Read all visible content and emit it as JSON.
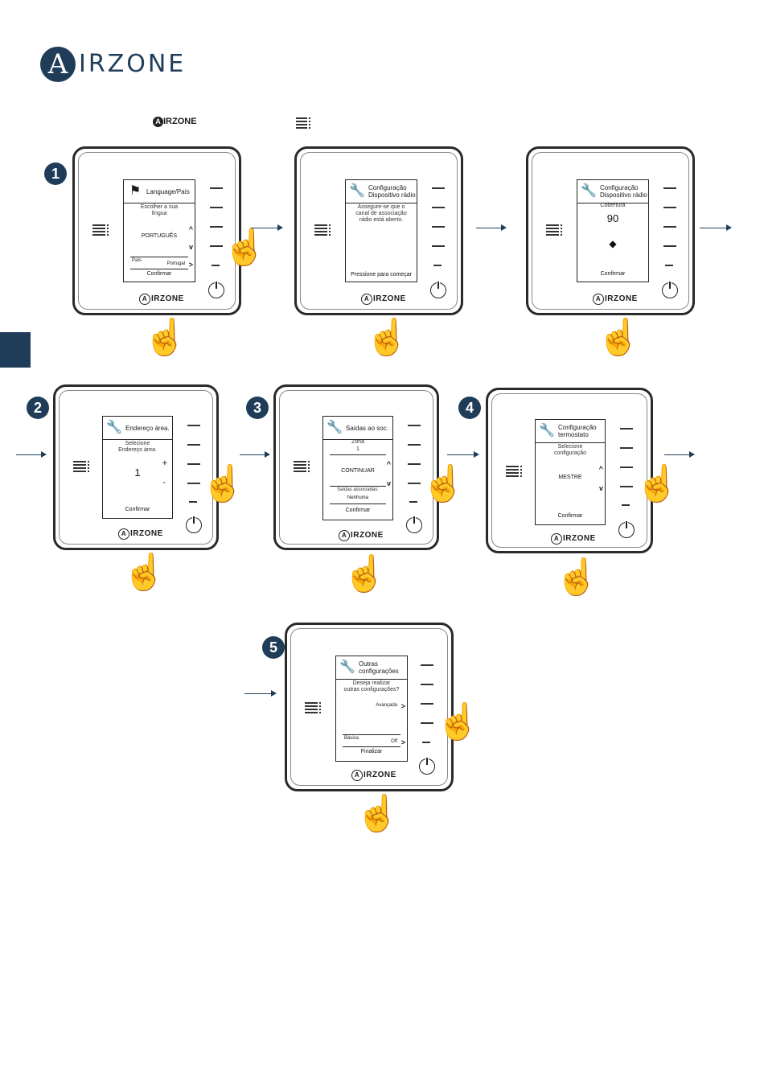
{
  "header": {
    "logo_letter": "A",
    "logo_text": "IRZONE",
    "inline_logo_letter": "A",
    "inline_logo_text": "IRZONE",
    "menu_icon": "menu-lines-icon"
  },
  "devices": {
    "brand_letter": "A",
    "brand_text": "IRZONE"
  },
  "steps": [
    {
      "badge": "1",
      "title": "Language/País",
      "lines": [
        "Escolher a sua",
        "língua"
      ],
      "value": "PORTUGUÊS",
      "row_label": "País",
      "row_value": "Portugal",
      "action": "Confirmar"
    },
    {
      "title_1": "Configuração",
      "title_2": "Dispositivo rádio",
      "lines": [
        "Assegure-se que o",
        "canal de associação",
        "rádio está aberto."
      ],
      "action": "Pressione para começar"
    },
    {
      "title_1": "Configuração",
      "title_2": "Dispositivo rádio",
      "label": "Cobertura",
      "value": "90",
      "action": "Confirmar"
    },
    {
      "badge": "2",
      "title": "Endereço área.",
      "lines": [
        "Selecione",
        "Endereço área."
      ],
      "value": "1",
      "plus": "+",
      "minus": "-",
      "action": "Confirmar"
    },
    {
      "badge": "3",
      "title": "Saídas ao soc.",
      "label": "Zona",
      "label_value": "1",
      "value": "CONTINUAR",
      "row_label": "Saídas associadas:",
      "row_value": "Nenhuma",
      "action": "Confirmar"
    },
    {
      "badge": "4",
      "title_1": "Configuração",
      "title_2": "termostato",
      "lines": [
        "Selecione",
        "configuração"
      ],
      "value": "MESTRE",
      "action": "Confirmar"
    },
    {
      "badge": "5",
      "title_1": "Outras",
      "title_2": "configurações",
      "lines": [
        "Deseja realizar",
        "outras configurações?"
      ],
      "option_1": "Avançada",
      "row_label": "Básica",
      "row_value": "Off",
      "action": "Finalizar"
    }
  ]
}
